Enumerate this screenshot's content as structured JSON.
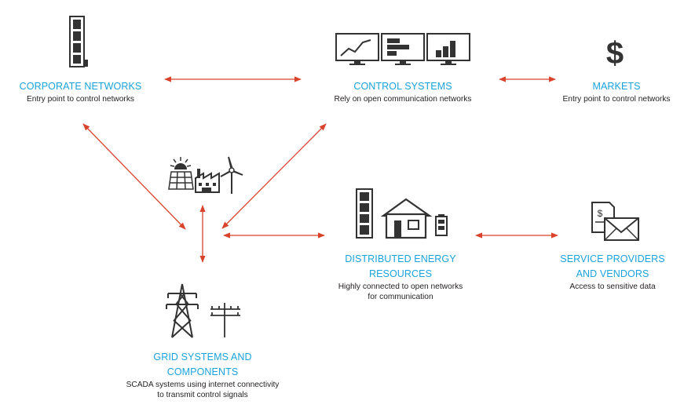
{
  "colors": {
    "accent": "#1aa3dc",
    "arrow": "#d9432c",
    "icon": "#333333",
    "text": "#231f20"
  },
  "nodes": {
    "corporate": {
      "title": "CORPORATE NETWORKS",
      "desc": "Entry point to control networks",
      "icon": "server-rack-icon"
    },
    "control": {
      "title": "CONTROL SYSTEMS",
      "desc": "Rely on open communication networks",
      "icon": "monitors-icon"
    },
    "markets": {
      "title": "MARKETS",
      "desc": "Entry point to control networks",
      "icon": "dollar-icon"
    },
    "der": {
      "title_line1": "DISTRIBUTED ENERGY",
      "title_line2": "RESOURCES",
      "desc_line1": "Highly connected to open networks",
      "desc_line2": "for communication",
      "icon": "house-battery-icon"
    },
    "vendors": {
      "title_line1": "SERVICE PROVIDERS",
      "title_line2": "AND VENDORS",
      "desc": "Access to sensitive data",
      "icon": "invoice-envelope-icon"
    },
    "grid": {
      "title_line1": "GRID SYSTEMS AND",
      "title_line2": "COMPONENTS",
      "desc_line1": "SCADA systems using internet connectivity",
      "desc_line2": "to transmit control signals",
      "icon": "transmission-tower-icon"
    },
    "generation": {
      "icon": "generation-icon"
    }
  }
}
